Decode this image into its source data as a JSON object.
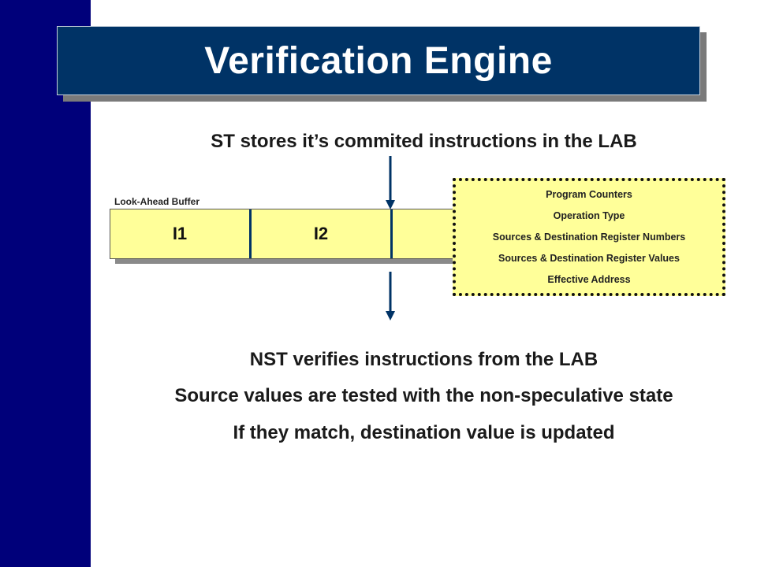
{
  "title": "Verification Engine",
  "st_caption": "ST stores it’s commited instructions in the LAB",
  "lab": {
    "label": "Look-Ahead Buffer",
    "slots": [
      "I1",
      "I2",
      ""
    ]
  },
  "entry_fields": [
    "Program Counters",
    "Operation Type",
    "Sources & Destination Register Numbers",
    "Sources & Destination Register Values",
    "Effective Address"
  ],
  "nst_lines": [
    "NST verifies instructions from the LAB",
    "Source values are tested with the non-speculative state",
    "If they match, destination value is updated"
  ],
  "colors": {
    "sidebar": "#00007a",
    "title_bg": "#003366",
    "buffer_fill": "#ffff99",
    "arrow": "#003366"
  }
}
